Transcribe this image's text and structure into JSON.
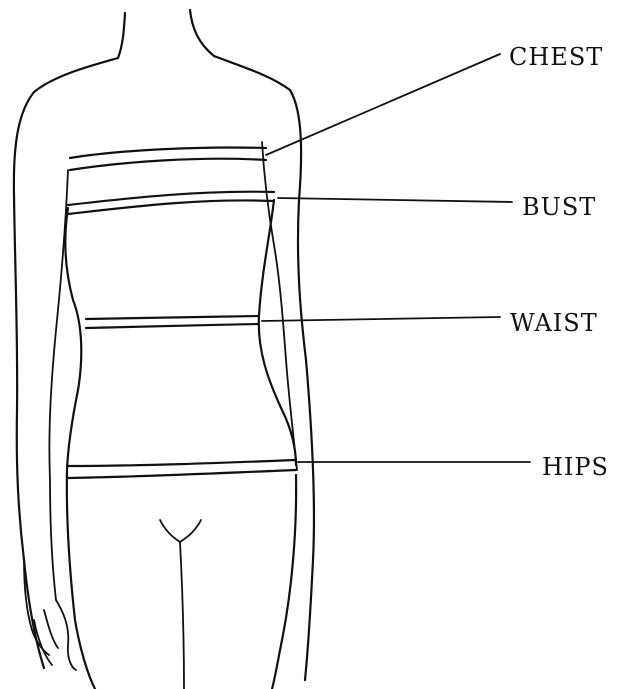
{
  "labels": {
    "chest": "CHEST",
    "bust": "BUST",
    "waist": "WAIST",
    "hips": "HIPS"
  },
  "colors": {
    "ink": "#111111",
    "background": "#ffffff"
  }
}
